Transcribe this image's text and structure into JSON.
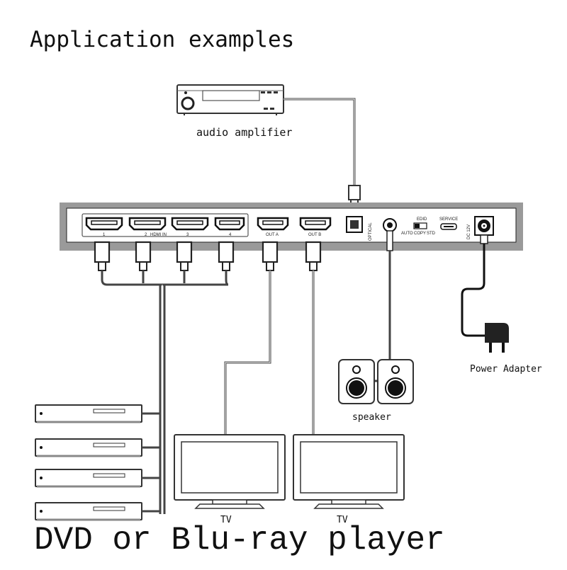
{
  "diagram": {
    "title": "Application examples",
    "devices": {
      "amplifier_label": "audio amplifier",
      "power_label": "Power Adapter",
      "speaker_label": "speaker",
      "tv_label": "TV",
      "source_label": "DVD or Blu-ray player"
    },
    "panel": {
      "hdmi_in_numbers": [
        "1",
        "2",
        "3",
        "4"
      ],
      "hdmi_in_label": "HDMI IN",
      "out_a_label": "OUT A",
      "out_b_label": "OUT B",
      "optical_label": "OPTICAL",
      "edid_label": "EDID",
      "edid_modes": [
        "AUTO",
        "COPY",
        "STD"
      ],
      "service_label": "SERVICE",
      "dc_label": "DC 12V"
    }
  }
}
